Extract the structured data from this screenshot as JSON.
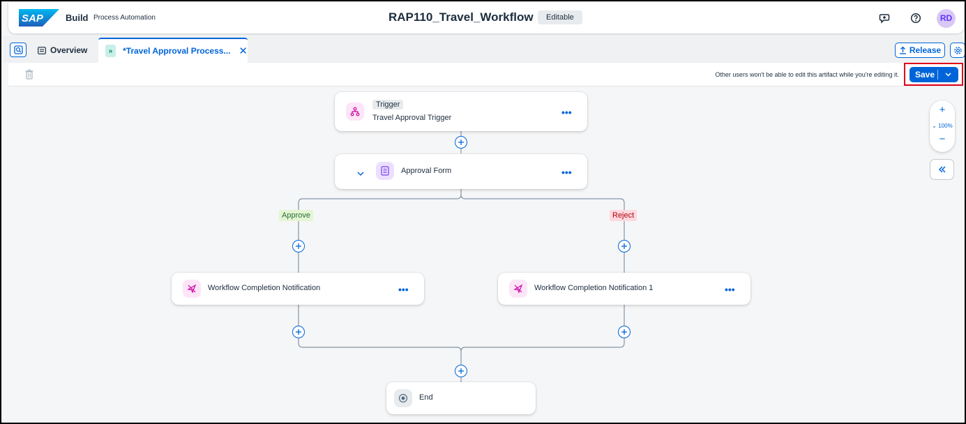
{
  "shell": {
    "logo_text": "SAP",
    "product": "Build",
    "product_sub": "Process Automation",
    "workflow_title": "RAP110_Travel_Workflow",
    "status": "Editable",
    "avatar_initials": "RD",
    "icons": [
      "feedback-icon",
      "help-icon"
    ]
  },
  "tabs": {
    "overview_label": "Overview",
    "active_label": "*Travel Approval Process...",
    "release_label": "Release"
  },
  "toolbar": {
    "lock_message": "Other users won't be able to edit this artifact while you're editing it.",
    "save_label": "Save"
  },
  "flow": {
    "trigger": {
      "tag": "Trigger",
      "name": "Travel Approval Trigger"
    },
    "form": {
      "name": "Approval Form"
    },
    "branches": {
      "approve": {
        "label": "Approve",
        "color": "#e5f5d4"
      },
      "reject": {
        "label": "Reject",
        "color": "#ffd8e0"
      }
    },
    "notification_left": {
      "name": "Workflow Completion Notification"
    },
    "notification_right": {
      "name": "Workflow Completion Notification 1"
    },
    "end": {
      "name": "End"
    }
  },
  "zoom": {
    "level": "100%",
    "in": "+",
    "out": "−"
  },
  "colors": {
    "accent": "#0064d9",
    "highlight": "#e0001a",
    "trigger_icon_bg": "#fde5f8",
    "form_icon_bg": "#ebe0ff",
    "notification_icon_bg": "#fde5f8"
  }
}
